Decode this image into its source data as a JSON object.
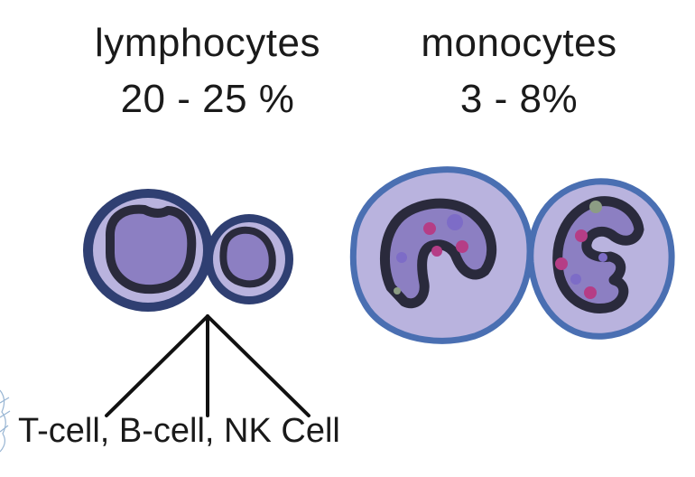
{
  "groups": {
    "lymphocytes": {
      "name": "lymphocytes",
      "percentage": "20 - 25 %",
      "subtypes": "T-cell, B-cell, NK Cell"
    },
    "monocytes": {
      "name": "monocytes",
      "percentage": "3 - 8%"
    }
  },
  "colors": {
    "membrane": "#4a6fb2",
    "membrane_dark": "#2f3f72",
    "cytoplasm": "#b9b3de",
    "nucleus_fill": "#8c7fc2",
    "nucleus_edge": "#2a2a3c",
    "granule_pink": "#b53d86",
    "granule_violet": "#7d6cc7",
    "granule_gray": "#8c9c84"
  },
  "icons": {
    "lymphocyte_large": "lymphocyte-cell-icon",
    "lymphocyte_small": "lymphocyte-cell-icon",
    "monocyte_left": "monocyte-cell-icon",
    "monocyte_right": "monocyte-cell-icon"
  }
}
